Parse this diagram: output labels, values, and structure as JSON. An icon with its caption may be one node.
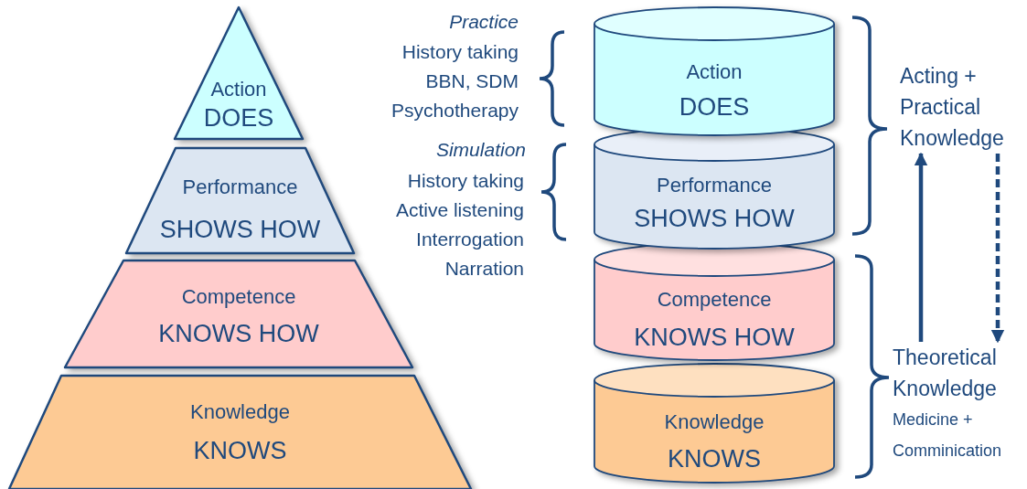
{
  "diagram": {
    "nodes": [
      {
        "text": [
          "Action",
          "DOES"
        ]
      },
      {
        "text": [
          "Performance",
          "SHOWS HOW"
        ]
      },
      {
        "text": [
          "Competence",
          "KNOWS HOW"
        ]
      },
      {
        "text": [
          "Knowledge",
          "KNOWS"
        ]
      },
      {
        "text": [
          "Action",
          "DOES"
        ]
      },
      {
        "text": [
          "Performance",
          "SHOWS HOW"
        ]
      },
      {
        "text": [
          "Competence",
          "KNOWS HOW"
        ]
      },
      {
        "text": [
          "Knowledge",
          "KNOWS"
        ]
      },
      {
        "text": [
          "Acting + Practical Knowledge"
        ]
      },
      {
        "text": [
          "Theoretical Knowledge",
          "Medicine + Comminication"
        ]
      }
    ],
    "edges": [
      {
        "from": 9,
        "to": 8,
        "arrow": "to"
      },
      {
        "from": 8,
        "to": 9,
        "arrow": "to",
        "style": "dashed"
      }
    ],
    "labels": [
      "Practice",
      "History taking",
      "BBN, SDM",
      "Psychotherapy",
      "Simulation",
      "History taking",
      "Active listening",
      "Interrogation",
      "Narration"
    ]
  }
}
